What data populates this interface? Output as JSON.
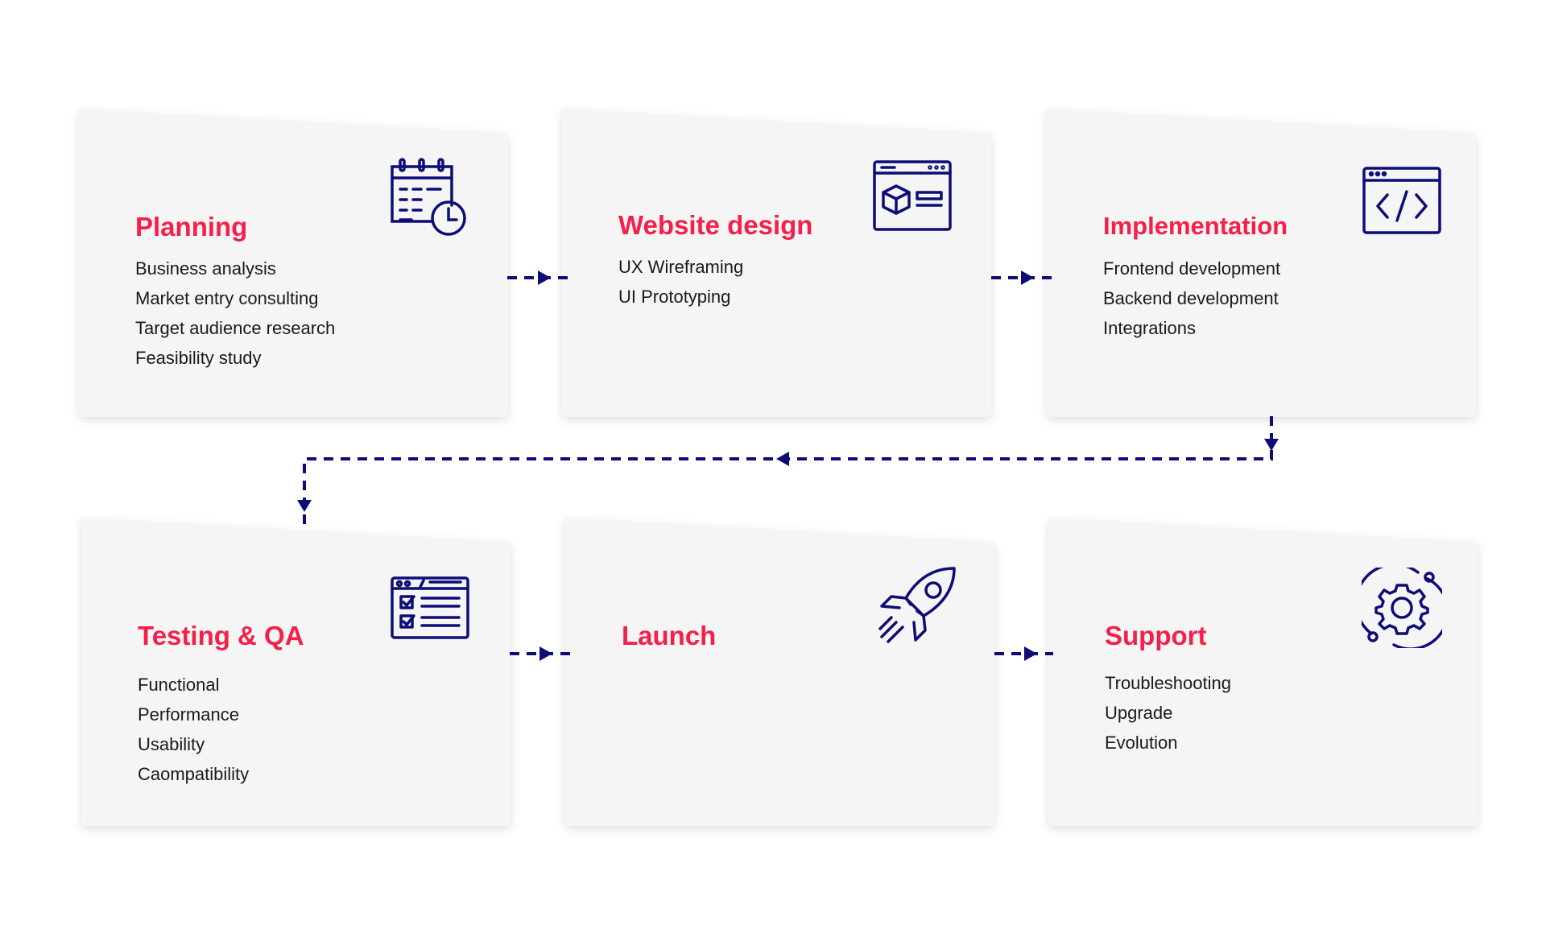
{
  "colors": {
    "accent": "#f5204a",
    "line": "#0d0d78",
    "card": "#f5f5f5"
  },
  "steps": [
    {
      "title": "Planning",
      "icon": "calendar-clock-icon",
      "items": [
        "Business analysis",
        "Market entry consulting",
        "Target audience research",
        "Feasibility study"
      ]
    },
    {
      "title": "Website design",
      "icon": "browser-box-icon",
      "items": [
        "UX Wireframing",
        "UI Prototyping"
      ]
    },
    {
      "title": "Implementation",
      "icon": "code-window-icon",
      "items": [
        "Frontend development",
        "Backend development",
        "Integrations"
      ]
    },
    {
      "title": "Testing & QA",
      "icon": "checklist-window-icon",
      "items": [
        "Functional",
        "Performance",
        "Usability",
        "Caompatibility"
      ]
    },
    {
      "title": "Launch",
      "icon": "rocket-icon",
      "items": []
    },
    {
      "title": "Support",
      "icon": "gear-orbit-icon",
      "items": [
        "Troubleshooting",
        "Upgrade",
        "Evolution"
      ]
    }
  ]
}
